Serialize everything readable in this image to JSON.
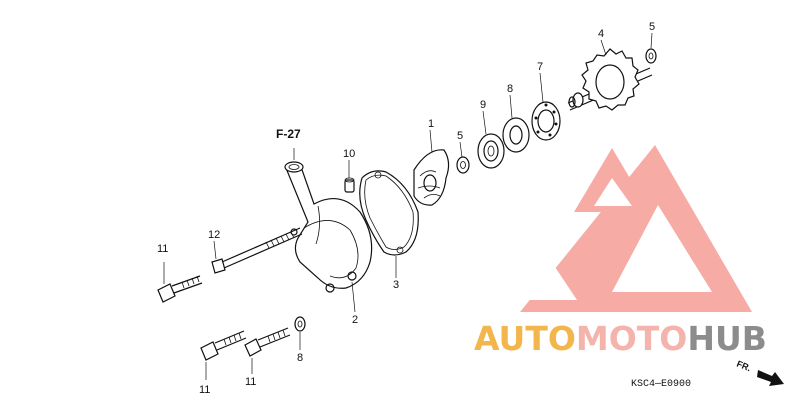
{
  "diagram": {
    "reference": "F-27",
    "code": "KSC4—E0900",
    "direction": "FR.",
    "callouts": {
      "c1": "1",
      "c2": "2",
      "c3": "3",
      "c4": "4",
      "c5a": "5",
      "c5b": "5",
      "c7": "7",
      "c8a": "8",
      "c8b": "8",
      "c9": "9",
      "c10": "10",
      "c11a": "11",
      "c11b": "11",
      "c11c": "11",
      "c12": "12"
    }
  },
  "watermark": {
    "part1": "AUTO",
    "part2": "MOTO",
    "part3": "HUB",
    "colors": {
      "auto": "#f2b64d",
      "moto": "#f4b3ab",
      "hub": "#8c8c8c",
      "logo": "#f5a09a"
    }
  }
}
